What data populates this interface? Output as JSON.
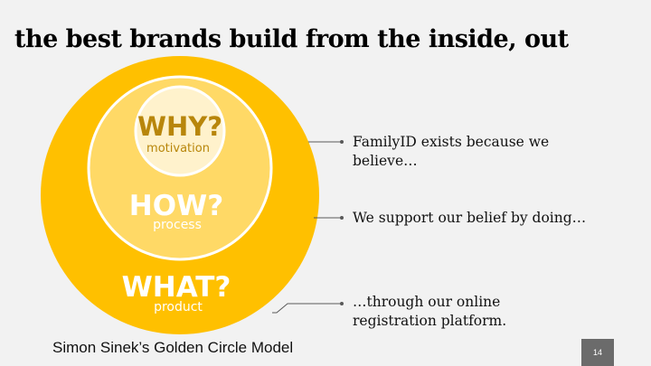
{
  "slide": {
    "title": "the best brands build from the inside, out",
    "caption": "Simon Sinek’s Golden Circle Model",
    "page_number": "14"
  },
  "circles": {
    "why": {
      "label": "WHY?",
      "sub": "motivation"
    },
    "how": {
      "label": "HOW?",
      "sub": "process"
    },
    "what": {
      "label": "WHAT?",
      "sub": "product"
    }
  },
  "statements": {
    "why": "FamilyID exists because we believe…",
    "how": "We support our belief by doing…",
    "what": "…through our online registration platform."
  },
  "colors": {
    "outer": "#ffc000",
    "middle": "#ffd966",
    "inner": "#fff2cc",
    "ring": "#ffffff",
    "why_text": "#b8860b",
    "connector": "#595959"
  },
  "icons": {
    "connector_start": "dot-icon"
  }
}
